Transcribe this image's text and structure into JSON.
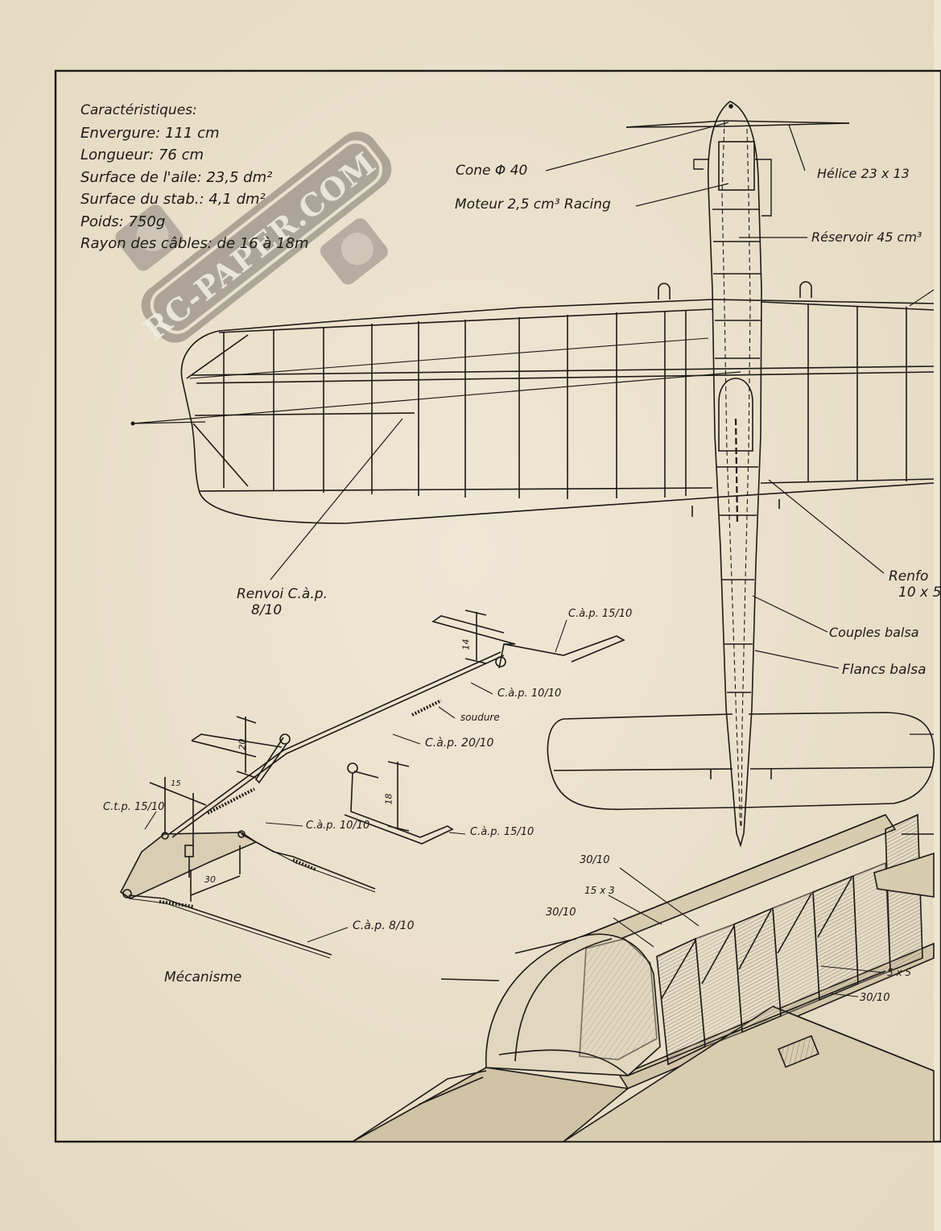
{
  "specs": {
    "heading": "Caractéristiques:",
    "lines": [
      "Envergure: 111 cm",
      "Longueur: 76 cm",
      "Surface de l'aile: 23,5 dm²",
      "Surface du stab.: 4,1 dm²",
      "Poids: 750g",
      "Rayon des câbles: de 16 à 18m"
    ]
  },
  "watermark": {
    "text": "RC-PAPER.COM"
  },
  "labels": {
    "cone": "Cone Φ 40",
    "moteur": "Moteur 2,5 cm³ Racing",
    "helice": "Hélice 23 x 13",
    "reservoir": "Réservoir 45 cm³",
    "renvoi_line1": "Renvoi C.à.p.",
    "renvoi_line2": "8/10",
    "renfort_line1": "Renfo",
    "renfort_line2": "10 x 5",
    "couples": "Couples balsa",
    "flancs": "Flancs balsa"
  },
  "mechanism": {
    "title": "Mécanisme",
    "cap_15_10_top": "C.à.p. 15/10",
    "cap_10_10_top": "C.à.p. 10/10",
    "soudure": "soudure",
    "cap_20_10": "C.à.p. 20/10",
    "ctp_15_10": "C.t.p. 15/10",
    "cap_10_10_bottom": "C.à.p. 10/10",
    "cap_15_10_bottom": "C.à.p. 15/10",
    "cap_8_10": "C.à.p. 8/10",
    "dim_14": "14",
    "dim_20": "20",
    "dim_15": "15",
    "dim_18": "18",
    "dim_30": "30"
  },
  "fuselage": {
    "d_30_10_a": "30/10",
    "d_15x3": "15 x 3",
    "d_30_10_b": "30/10",
    "d_5x5": "5 x 5",
    "d_30_10_c": "30/10"
  }
}
